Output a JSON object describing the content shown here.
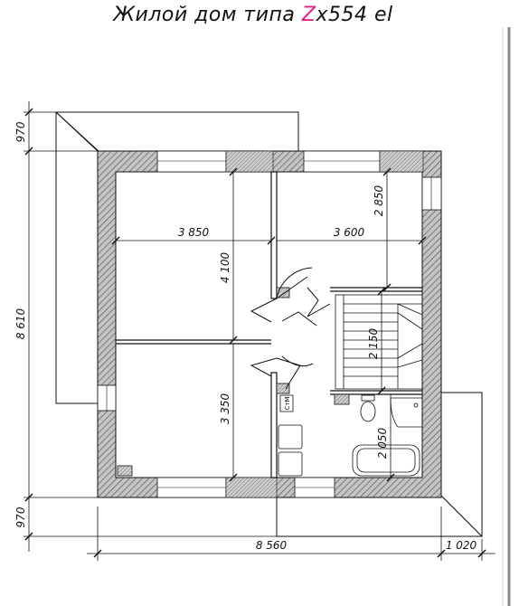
{
  "title": {
    "part1": "Жилой дом типа ",
    "accent": "Z",
    "part2": "x554 el",
    "accent_color": "#e0218a"
  },
  "plan": {
    "dimensions": {
      "top_overhang": "970",
      "overall_height": "8 610",
      "bottom_overhang": "970",
      "overall_width": "8 560",
      "right_overhang": "1 020",
      "room1_width": "3 850",
      "room2_width": "3 600",
      "room2_depth": "2 850",
      "room1_depth": "4 100",
      "stair_depth": "2 150",
      "room3_depth": "3 350",
      "bath_depth": "2 050"
    },
    "closet_label": "СтМ"
  },
  "colors": {
    "wall_fill": "#b8b8b8",
    "wall_hatch": "#555555",
    "line": "#111111",
    "right_border": "#888888"
  }
}
